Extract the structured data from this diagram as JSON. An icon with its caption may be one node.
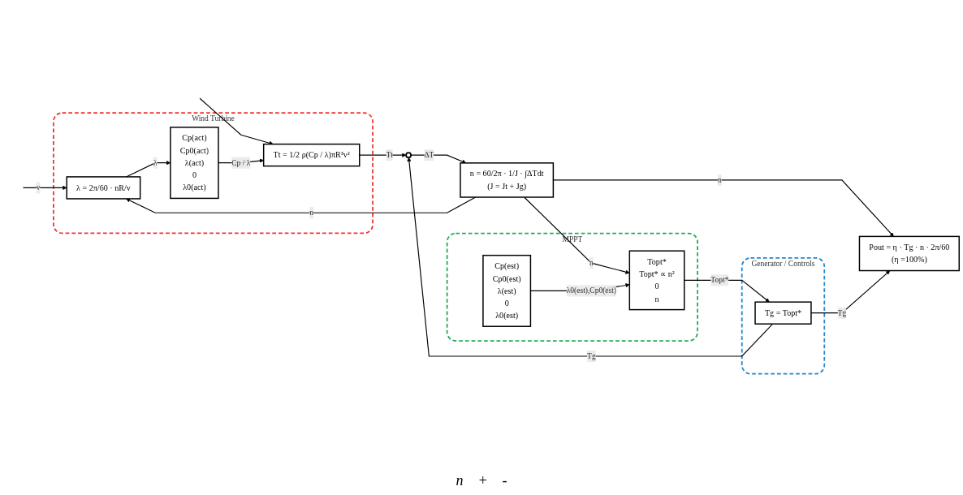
{
  "diagram": {
    "nodes": [
      {
        "text": [
          "Wind Turbine"
        ]
      },
      {
        "text": [
          "λ = 2π/60 · nR/v"
        ],
        "in": 0
      },
      {
        "text": [
          "Cp(act)",
          "Cp0(act)",
          "λ(act)",
          "0",
          "λ0(act)"
        ],
        "in": 0
      },
      {
        "text": [
          "Tt = 1/2 ρ(Cp / λ)πR³v²"
        ],
        "in": 0
      },
      {
        "text": [
          "n = 60/2π · 1/J · ∫ΔTdt",
          "(J = Jt + Jg)"
        ]
      },
      {
        "text": [
          "Pout = η · Tg · n · 2π/60",
          "(η =100%)"
        ]
      },
      {
        "text": [
          "MPPT"
        ]
      },
      {
        "text": [
          "Topt*",
          "Topt* ∝ n²",
          "0",
          "n"
        ],
        "in": 6
      },
      {
        "text": [
          "Cp(est)",
          "Cp0(est)",
          "λ(est)",
          "0",
          "λ0(est)"
        ],
        "in": 6
      },
      {
        "text": [
          "Generator / Controls"
        ]
      },
      {
        "text": [
          "Tg = Topt*"
        ],
        "in": 9
      },
      {
        "text": [],
        "shape": "circle"
      }
    ],
    "edges": [
      {
        "from": null,
        "to": 1,
        "arrow": "to",
        "label": "v"
      },
      {
        "from": null,
        "to": 3,
        "arrow": "to"
      },
      {
        "from": 1,
        "to": 2,
        "arrow": "to",
        "label": "λ"
      },
      {
        "from": 2,
        "to": 3,
        "arrow": "to",
        "label": "Cp / λ"
      },
      {
        "from": 3,
        "to": 11,
        "arrow": "to",
        "label": "Tt"
      },
      {
        "from": 11,
        "to": 4,
        "arrow": "to",
        "label": "ΔT"
      },
      {
        "from": 4,
        "to": 1,
        "arrow": "to",
        "label": "n"
      },
      {
        "from": 4,
        "to": 7,
        "arrow": "to",
        "label": "n"
      },
      {
        "from": 4,
        "to": 5,
        "arrow": "to",
        "label": "n"
      },
      {
        "from": 8,
        "to": 7,
        "arrow": "to",
        "label": "λ0(est),Cp0(est)"
      },
      {
        "from": 7,
        "to": 10,
        "arrow": "to",
        "label": "Topt*"
      },
      {
        "from": 10,
        "to": 11,
        "arrow": "to",
        "label": "Tg"
      },
      {
        "from": 10,
        "to": 5,
        "arrow": "to",
        "label": "Tg"
      }
    ],
    "labels": [
      "n",
      "+",
      "-"
    ]
  }
}
